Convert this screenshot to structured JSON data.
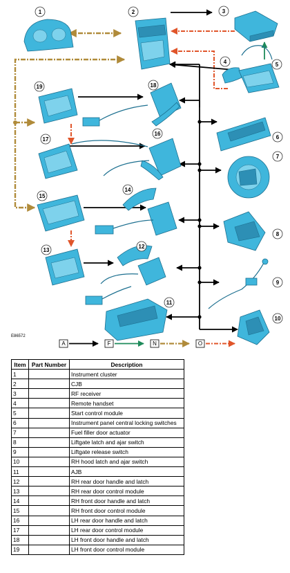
{
  "figure_code": "E86572",
  "callouts": [
    "1",
    "2",
    "3",
    "4",
    "5",
    "6",
    "7",
    "8",
    "9",
    "10",
    "11",
    "12",
    "13",
    "14",
    "15",
    "16",
    "17",
    "18",
    "19"
  ],
  "legend": [
    {
      "key": "A",
      "line": "solid",
      "color": "#000000"
    },
    {
      "key": "F",
      "line": "solid",
      "color": "#1e8a5a"
    },
    {
      "key": "N",
      "line": "dash-dot",
      "color": "#b08b3a"
    },
    {
      "key": "O",
      "line": "dash-dot",
      "color": "#e0552a"
    }
  ],
  "table": {
    "headers": {
      "item": "Item",
      "part_number": "Part Number",
      "description": "Description"
    },
    "rows": [
      {
        "item": "1",
        "part_number": "",
        "description": "Instrument cluster"
      },
      {
        "item": "2",
        "part_number": "",
        "description": "CJB"
      },
      {
        "item": "3",
        "part_number": "",
        "description": "RF receiver"
      },
      {
        "item": "4",
        "part_number": "",
        "description": "Remote handset"
      },
      {
        "item": "5",
        "part_number": "",
        "description": "Start control module"
      },
      {
        "item": "6",
        "part_number": "",
        "description": "Instrument panel central locking switches"
      },
      {
        "item": "7",
        "part_number": "",
        "description": "Fuel filler door actuator"
      },
      {
        "item": "8",
        "part_number": "",
        "description": "Liftgate latch and ajar switch"
      },
      {
        "item": "9",
        "part_number": "",
        "description": "Liftgate release switch"
      },
      {
        "item": "10",
        "part_number": "",
        "description": "RH hood latch and ajar switch"
      },
      {
        "item": "11",
        "part_number": "",
        "description": "AJB"
      },
      {
        "item": "12",
        "part_number": "",
        "description": "RH rear door handle and latch"
      },
      {
        "item": "13",
        "part_number": "",
        "description": "RH rear door control module"
      },
      {
        "item": "14",
        "part_number": "",
        "description": "RH front door handle and latch"
      },
      {
        "item": "15",
        "part_number": "",
        "description": "RH front door control module"
      },
      {
        "item": "16",
        "part_number": "",
        "description": "LH rear door handle and latch"
      },
      {
        "item": "17",
        "part_number": "",
        "description": "LH rear door control module"
      },
      {
        "item": "18",
        "part_number": "",
        "description": "LH front door handle and latch"
      },
      {
        "item": "19",
        "part_number": "",
        "description": "LH front door control module"
      }
    ]
  }
}
